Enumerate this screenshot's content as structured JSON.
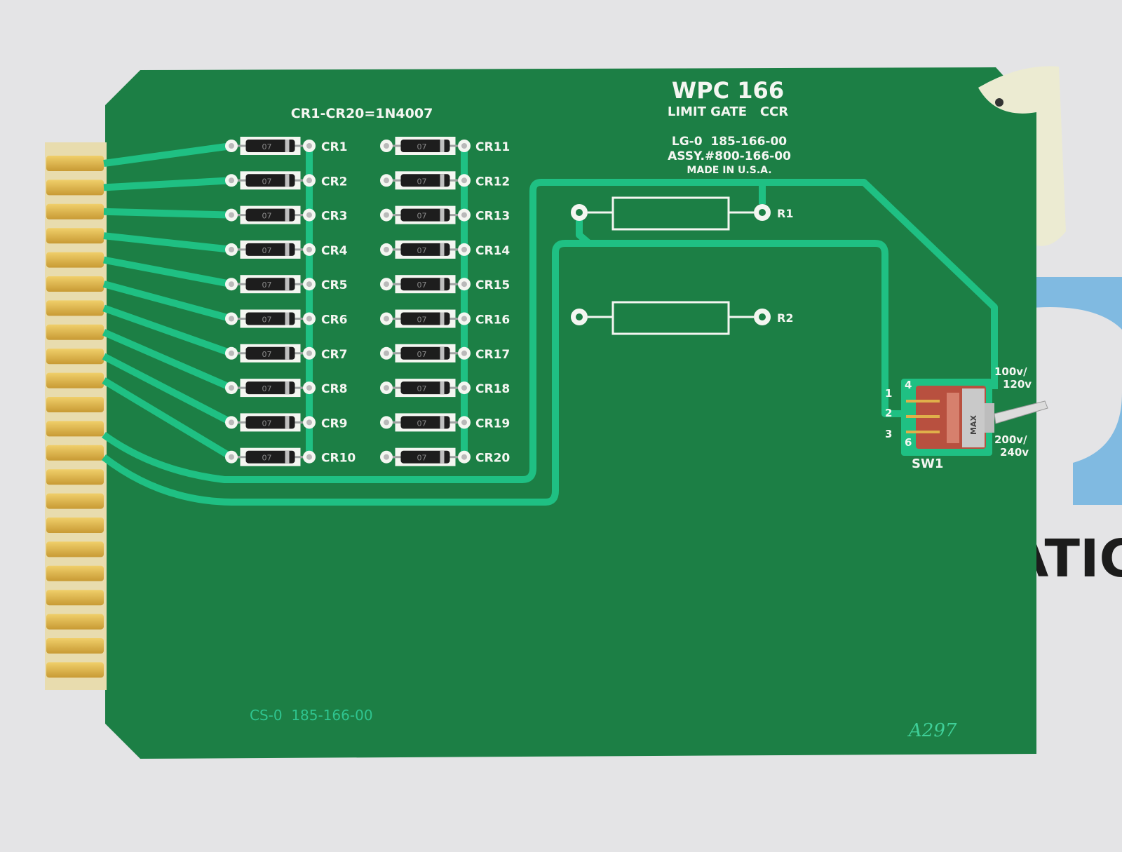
{
  "board": {
    "title": "WPC 166",
    "subtitle": "LIMIT GATE   CCR",
    "part_number": "LG-0  185-166-00",
    "assembly": "ASSY.#800-166-00",
    "origin": "MADE IN U.S.A.",
    "diode_note": "CR1-CR20=1N4007",
    "copper_marking": "CS-0  185-166-00",
    "handwritten_mark": "A297",
    "diode_body_text": "07",
    "colors": {
      "substrate": "#1c7f45",
      "trace": "#1fc083",
      "silkscreen": "#f4f6f1",
      "gold_finger": "#d9b24a",
      "diode_body": "#1d1d1d",
      "switch_body": "#b8503f"
    }
  },
  "diodes_left": [
    "CR1",
    "CR2",
    "CR3",
    "CR4",
    "CR5",
    "CR6",
    "CR7",
    "CR8",
    "CR9",
    "CR10"
  ],
  "diodes_right": [
    "CR11",
    "CR12",
    "CR13",
    "CR14",
    "CR15",
    "CR16",
    "CR17",
    "CR18",
    "CR19",
    "CR20"
  ],
  "resistors": [
    "R1",
    "R2"
  ],
  "switch": {
    "ref": "SW1",
    "pins": [
      "1",
      "2",
      "3",
      "4",
      "6"
    ],
    "label_top": [
      "100v/",
      "120v"
    ],
    "label_bottom": [
      "200v/",
      "240v"
    ],
    "body_text": "MAX"
  },
  "background_text": "ATIC"
}
